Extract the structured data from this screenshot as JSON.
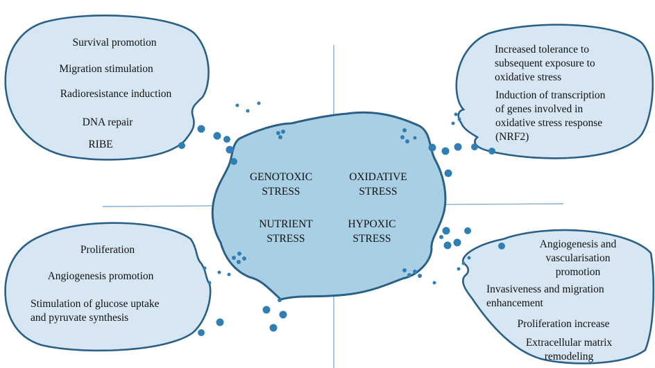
{
  "center": {
    "quadrants": [
      {
        "id": "genotoxic",
        "lines": [
          "GENOTOXIC",
          "STRESS"
        ]
      },
      {
        "id": "oxidative",
        "lines": [
          "OXIDATIVE",
          "STRESS"
        ]
      },
      {
        "id": "nutrient",
        "lines": [
          "NUTRIENT",
          "STRESS"
        ]
      },
      {
        "id": "hypoxic",
        "lines": [
          "HYPOXIC",
          "STRESS"
        ]
      }
    ]
  },
  "cells": {
    "top_left": {
      "items": [
        "Survival promotion",
        "Migration stimulation",
        "Radioresistance induction",
        "DNA repair",
        "RIBE"
      ]
    },
    "top_right": {
      "items": [
        [
          "Increased tolerance to",
          "subsequent exposure to",
          "oxidative stress"
        ],
        [
          "Induction of transcription",
          "of genes involved in",
          "oxidative stress response",
          "(NRF2)"
        ]
      ]
    },
    "bottom_left": {
      "items": [
        [
          "Proliferation"
        ],
        [
          "Angiogenesis promotion"
        ],
        [
          "Stimulation of glucose uptake",
          "and pyruvate synthesis"
        ]
      ]
    },
    "bottom_right": {
      "items": [
        [
          "Angiogenesis and",
          "vascularisation",
          "promotion"
        ],
        [
          "Invasiveness  and migration",
          "enhancement"
        ],
        [
          "Proliferation increase"
        ],
        [
          "Extracellular matrix",
          "remodeling"
        ]
      ]
    }
  },
  "colors": {
    "cell_fill": "#d6e6f3",
    "cell_stroke": "#2a5f86",
    "center_fill": "#a9cfe4",
    "vesicle": "#2f7fb5",
    "axis": "#7fb0d8"
  }
}
